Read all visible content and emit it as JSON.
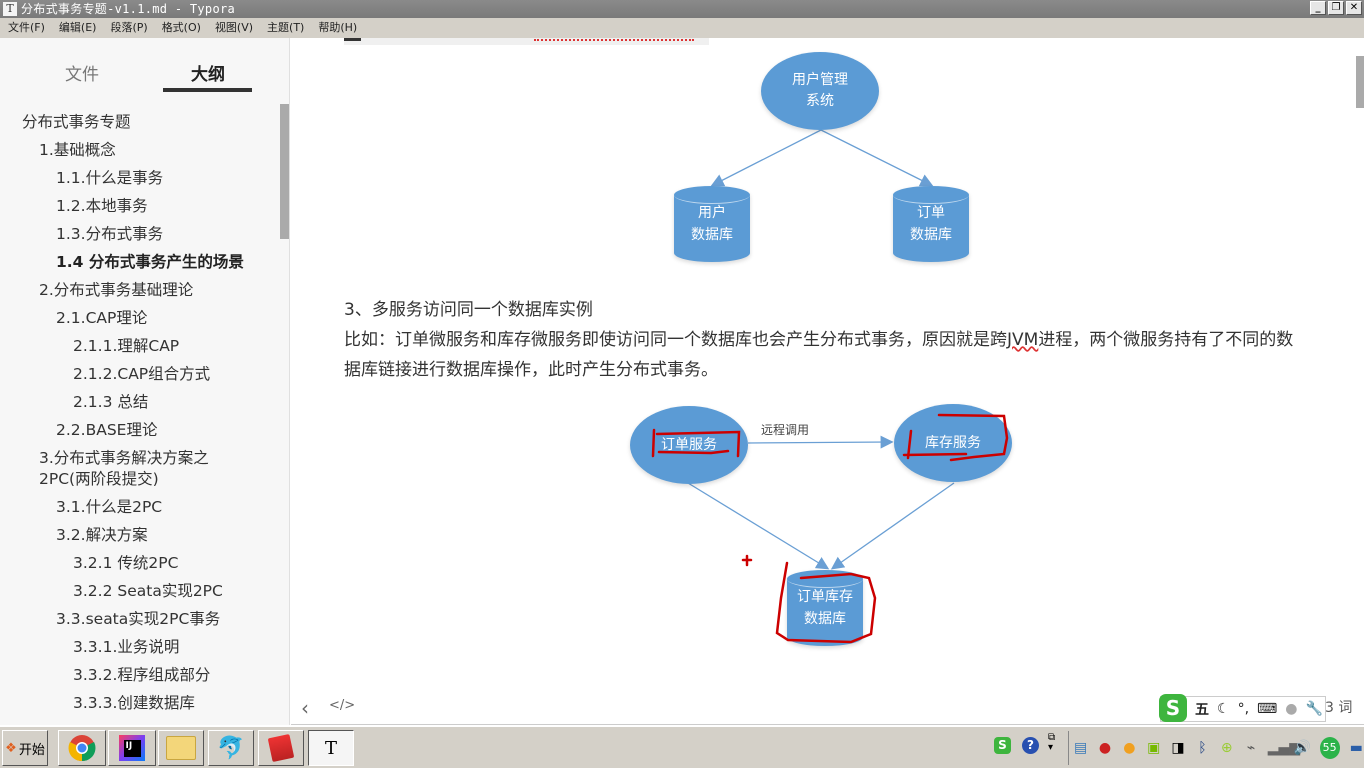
{
  "window": {
    "icon": "T",
    "title": "分布式事务专题-v1.1.md - Typora",
    "controls": {
      "minimize": "_",
      "restore": "❐",
      "close": "✕"
    }
  },
  "menubar": {
    "items": [
      "文件(F)",
      "编辑(E)",
      "段落(P)",
      "格式(O)",
      "视图(V)",
      "主题(T)",
      "帮助(H)"
    ]
  },
  "sidebar": {
    "tabs": {
      "files": "文件",
      "outline": "大纲"
    },
    "active_tab": "大纲",
    "outline": [
      {
        "label": "分布式事务专题",
        "level": 0
      },
      {
        "label": "1.基础概念",
        "level": 1
      },
      {
        "label": "1.1.什么是事务",
        "level": 2
      },
      {
        "label": "1.2.本地事务",
        "level": 2
      },
      {
        "label": "1.3.分布式事务",
        "level": 2
      },
      {
        "label": "1.4 分布式事务产生的场景",
        "level": 2,
        "active": true
      },
      {
        "label": "2.分布式事务基础理论",
        "level": 1
      },
      {
        "label": "2.1.CAP理论",
        "level": 2
      },
      {
        "label": "2.1.1.理解CAP",
        "level": 3
      },
      {
        "label": "2.1.2.CAP组合方式",
        "level": 3
      },
      {
        "label": "2.1.3 总结",
        "level": 3
      },
      {
        "label": "2.2.BASE理论",
        "level": 2
      },
      {
        "label": "3.分布式事务解决方案之2PC(两阶段提交)",
        "level": 1
      },
      {
        "label": "3.1.什么是2PC",
        "level": 2
      },
      {
        "label": "3.2.解决方案",
        "level": 2
      },
      {
        "label": "3.2.1 传统2PC",
        "level": 3
      },
      {
        "label": "3.2.2 Seata实现2PC",
        "level": 3
      },
      {
        "label": "3.3.seata实现2PC事务",
        "level": 2
      },
      {
        "label": "3.3.1.业务说明",
        "level": 3
      },
      {
        "label": "3.3.2.程序组成部分",
        "level": 3
      },
      {
        "label": "3.3.3.创建数据库",
        "level": 3
      }
    ]
  },
  "content": {
    "diagram1": {
      "top_node": "用户管理\n系统",
      "db_left": "用户\n数据库",
      "db_right": "订单\n数据库"
    },
    "heading3": "3、多服务访问同一个数据库实例",
    "para_before": "比如：订单微服务和库存微服务即使访问同一个数据库也会产生分布式事务，原因就是跨",
    "para_squiggle": "JVM",
    "para_after": "进程，两个微服务持有了不同的数据库链接进行数据库操作，此时产生分布式事务。",
    "diagram2": {
      "service_left": "订单服务",
      "service_right": "库存服务",
      "edge_label": "远程调用",
      "db": "订单库存\n数据库",
      "annotation_color": "#cc0000"
    },
    "colors": {
      "node_fill": "#5b9bd5",
      "edge": "#6a9fd4"
    }
  },
  "bottombar": {
    "back_icon": "‹",
    "source_icon": "</>",
    "word_count": "3 词"
  },
  "ime": {
    "logo": "S",
    "mode": "五",
    "icons": [
      "moon-icon",
      "punctuation-icon",
      "keyboard-icon",
      "user-icon",
      "wrench-icon"
    ]
  },
  "taskbar": {
    "start_label": "开始",
    "apps": [
      "chrome",
      "intellij-idea",
      "file-explorer",
      "mysql-workbench",
      "notepad-editor",
      "typora"
    ],
    "active_app": "typora",
    "tray_clock_badge": "55"
  }
}
